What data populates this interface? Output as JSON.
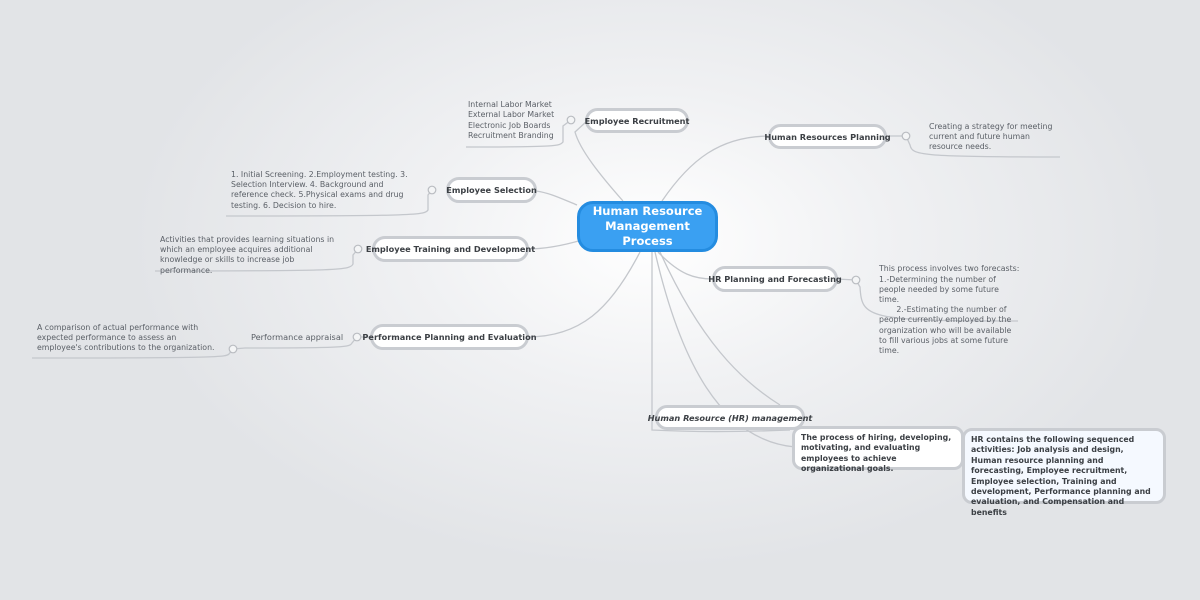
{
  "central": "Human Resource Management Process",
  "recruitment": {
    "label": "Employee Recruitment",
    "items": [
      "Internal Labor Market",
      "External Labor Market",
      "Electronic Job Boards",
      "Recruitment Branding"
    ]
  },
  "selection": {
    "label": "Employee Selection",
    "note": "1. Initial Screening. 2.Employment testing. 3. Selection Interview. 4. Background and reference check. 5.Physical exams and drug testing.  6. Decision to hire."
  },
  "training": {
    "label": "Employee Training and Development",
    "note": "Activities that provides learning situations in which an employee acquires additional knowledge or skills to increase job performance."
  },
  "performance": {
    "label": "Performance Planning and Evaluation",
    "sub_label": "Performance appraisal",
    "note": "A comparison of actual performance with expected performance to assess an employee's contributions to the organization."
  },
  "hr_planning": {
    "label": "Human Resources Planning",
    "note": "Creating a strategy for meeting current and future human resource needs."
  },
  "forecasting": {
    "label": "HR Planning and Forecasting",
    "note_lines": [
      "This process involves two forecasts:",
      "1.-Determining the number of people needed by some future time.",
      "       2.-Estimating the number of people currently employed by the organization who will be available to fill various jobs at some future time."
    ]
  },
  "hr_management": {
    "label": "Human Resource (HR) management",
    "definition": "The process of hiring, developing, motivating, and evaluating employees to achieve organizational goals.",
    "activities": "HR contains the following sequenced activities: Job analysis and design, Human resource planning and forecasting, Employee recruitment, Employee selection, Training and development, Performance planning and evaluation, and Compensation and benefits"
  }
}
